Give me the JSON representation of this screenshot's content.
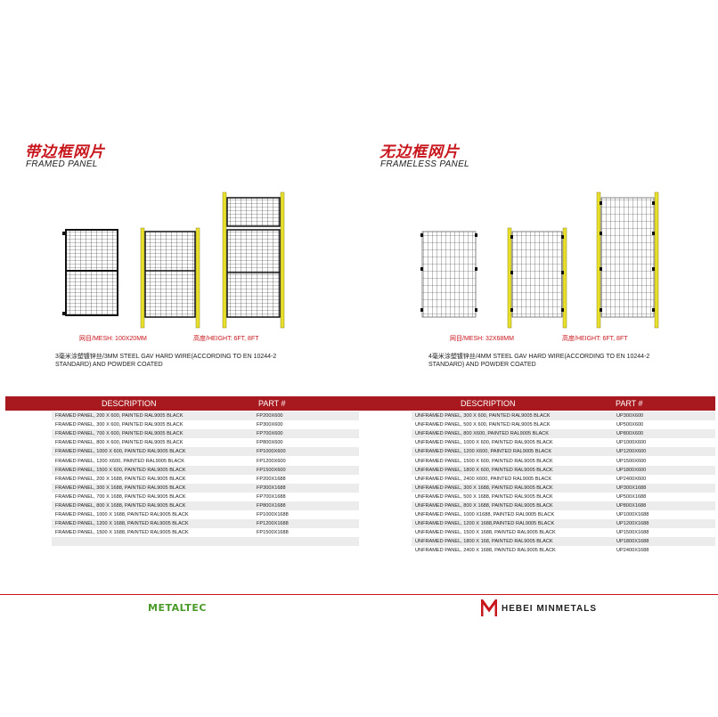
{
  "left": {
    "title_cn": "带边框网片",
    "title_en": "FRAMED PANEL",
    "mesh": "网目/MESH: 100X20MM",
    "height": "高度/HEIGHT: 6FT, 8FT",
    "note": "3毫米涂塑镀锌丝/3MM STEEL GAV HARD WIRE(ACCORDING TO EN 10244-2 STANDARD) AND POWDER COATED"
  },
  "right": {
    "title_cn": "无边框网片",
    "title_en": "FRAMELESS PANEL",
    "mesh": "网目/MESH: 32X68MM",
    "height": "高度/HEIGHT: 6FT, 8FT",
    "note": "4毫米涂塑镀锌丝/4MM STEEL GAV HARD WIRE(ACCORDING TO EN 10244-2 STANDARD) AND POWDER COATED"
  },
  "table_header": {
    "description": "DESCRIPTION",
    "part": "PART #"
  },
  "left_rows": [
    [
      "FRAMED PANEL, 200 X 600, PAINTED RAL9005 BLACK",
      "FP200X600"
    ],
    [
      "FRAMED PANEL, 300 X 600, PAINTED RAL9005 BLACK",
      "FP300X600"
    ],
    [
      "FRAMED PANEL, 700 X 600, PAINTED RAL9005 BLACK",
      "FP700X600"
    ],
    [
      "FRAMED PANEL, 800 X 600, PAINTED RAL9005 BLACK",
      "FP800X600"
    ],
    [
      "FRAMED PANEL, 1000 X 600, PAINTED RAL9005 BLACK",
      "FP1000X600"
    ],
    [
      "FRAMED PANEL, 1200 X600, PAINTED RAL9005 BLACK",
      "FP1200X600"
    ],
    [
      "FRAMED PANEL, 1500 X 600, PAINTED RAL9005 BLACK",
      "FP1500X600"
    ],
    [
      "FRAMED PANEL, 200 X 1688, PAINTED RAL9005 BLACK",
      "FP200X1688"
    ],
    [
      "FRAMED PANEL, 300 X 1688, PAINTED RAL9005 BLACK",
      "FP300X1688"
    ],
    [
      "FRAMED PANEL, 700 X 1688, PAINTED RAL9005 BLACK",
      "FP700X1688"
    ],
    [
      "FRAMED PANEL, 800 X 1688, PAINTED RAL9005 BLACK",
      "FP800X1688"
    ],
    [
      "FRAMED PANEL, 1000 X 1688, PAINTED RAL9005 BLACK",
      "FP1000X1688"
    ],
    [
      "FRAMED PANEL, 1200 X 1688, PAINTED RAL9005 BLACK",
      "FP1200X1688"
    ],
    [
      "FRAMED PANEL, 1500 X 1688, PAINTED RAL9005 BLACK",
      "FP1500X1688"
    ],
    [
      "",
      ""
    ],
    [
      "",
      ""
    ]
  ],
  "right_rows": [
    [
      "UNFRAMED PANEL, 300 X 600, PAINTED RAL9005 BLACK",
      "UP300X600"
    ],
    [
      "UNFRAMED PANEL, 500 X 600, PAINTED RAL9005 BLACK",
      "UP500X600"
    ],
    [
      "UNFRAMED PANEL, 800 X600, PAINTED RAL9005 BLACK",
      "UP800X600"
    ],
    [
      "UNFRAMED PANEL, 1000 X 600, PAINTED RAL9005 BLACK",
      "UP1000X600"
    ],
    [
      "UNFRAMED PANEL, 1200 X600, PAINTED RAL9005 BLACK",
      "UP1200X600"
    ],
    [
      "UNFRAMED PANEL, 1500 X 600, PAINTED RAL9005 BLACK",
      "UP1500X600"
    ],
    [
      "UNFRAMED PANEL, 1800 X 600, PAINTED RAL9005 BLACK",
      "UP1800X600"
    ],
    [
      "UNFRAMED PANEL, 2400 X600, PAINTED RAL9005 BLACK",
      "UP2400X600"
    ],
    [
      "UNFRAMED PANEL, 300 X 1688, PAINTED RAL9005 BLACK",
      "UP300X1688"
    ],
    [
      "UNFRAMED PANEL, 500 X 1688, PAINTED RAL9005 BLACK",
      "UP500X1688"
    ],
    [
      "UNFRAMED PANEL, 800 X 1688, PAINTED RAL9005 BLACK",
      "UP800X1688"
    ],
    [
      "UNFRAMED PANEL, 1000 X1688, PAINTED RAL9005 BLACK",
      "UP1000X1688"
    ],
    [
      "UNFRAMED PANEL, 1200 X 1688,PAINTED RAL9005 BLACK",
      "UP1200X1688"
    ],
    [
      "UNFRAMED PANEL, 1500 X 1688, PAINTED RAL9005 BLACK",
      "UP1500X1688"
    ],
    [
      "UNFRAMED PANEL, 1800 X 168, PAINTED RAL9005 BLACK",
      "UP1800X1688"
    ],
    [
      "UNFRAMED PANEL, 2400 X 1688, PAINTED RAL9005 BLACK",
      "UP2400X1688"
    ]
  ],
  "footer": {
    "logo_left": "METALTEC",
    "logo_right": "HEBEI MINMETALS"
  },
  "colors": {
    "accent": "#c8161d",
    "header_bar": "#a8191f",
    "post_yellow": "#e8e02a",
    "mesh": "#1a1a1a"
  }
}
